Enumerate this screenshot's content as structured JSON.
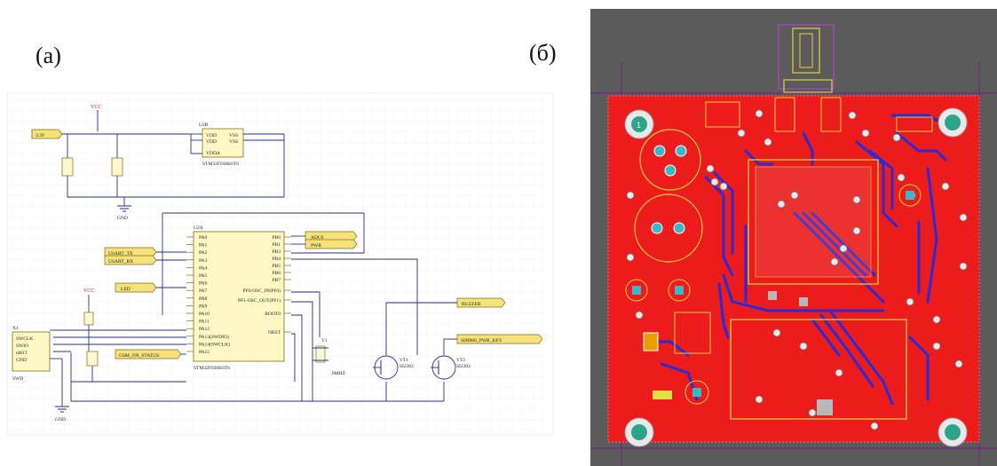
{
  "labels": {
    "a": "(а)",
    "b": "(б)"
  },
  "schematic": {
    "power_top": "VCC",
    "power_left": "VCC",
    "ground_top": "GND",
    "ground_bottom": "GND",
    "net_33v": "3.3V",
    "u2b_ref": "U2B",
    "u2b_part": "STM32F030K6T6",
    "u2b_pins_left": [
      "VDD",
      "VDD",
      "VDDA"
    ],
    "u2b_pins_right": [
      "VSS",
      "VSS"
    ],
    "u2a_ref": "U2A",
    "u2a_part": "STM32F030K6T6",
    "u2a_pins_left": [
      "PA0",
      "PA1",
      "PA2",
      "PA3",
      "PA4",
      "PA5",
      "PA6",
      "PA7",
      "PA8",
      "PA9",
      "PA10",
      "PA11",
      "PA12",
      "PA13(SWDIO)",
      "PA14(SWCLK)",
      "PA15"
    ],
    "u2a_pins_right": [
      "PB0",
      "PB1",
      "PB3",
      "PB4",
      "PB5",
      "PB6",
      "PB7",
      "PF0-OSC_IN(PF0)",
      "PF1-OSC_OUT(PF1)",
      "BOOT0",
      "NRST"
    ],
    "net_labels": {
      "uart_tx": "USART_TX",
      "uart_rx": "USART_RX",
      "led": "LED",
      "gsm": "GSM_ON_STATUS",
      "adc": "ADC0",
      "pwr": "PWR",
      "buzzer": "BUZZER",
      "sim800": "SIM800_PWR_KEY"
    },
    "connector_ref": "X1",
    "connector_name": "SWD",
    "connector_pins": [
      "SWCLK",
      "SWIO",
      "nRST",
      "GND"
    ],
    "crystal_ref": "Y1",
    "crystal_value": "8MHZ",
    "vt1_ref": "VT1",
    "vt1_part": "SI2302",
    "vt2_ref": "VT2",
    "vt2_part": "SI2302"
  },
  "pcb": {
    "mount_hole_label": "1"
  }
}
